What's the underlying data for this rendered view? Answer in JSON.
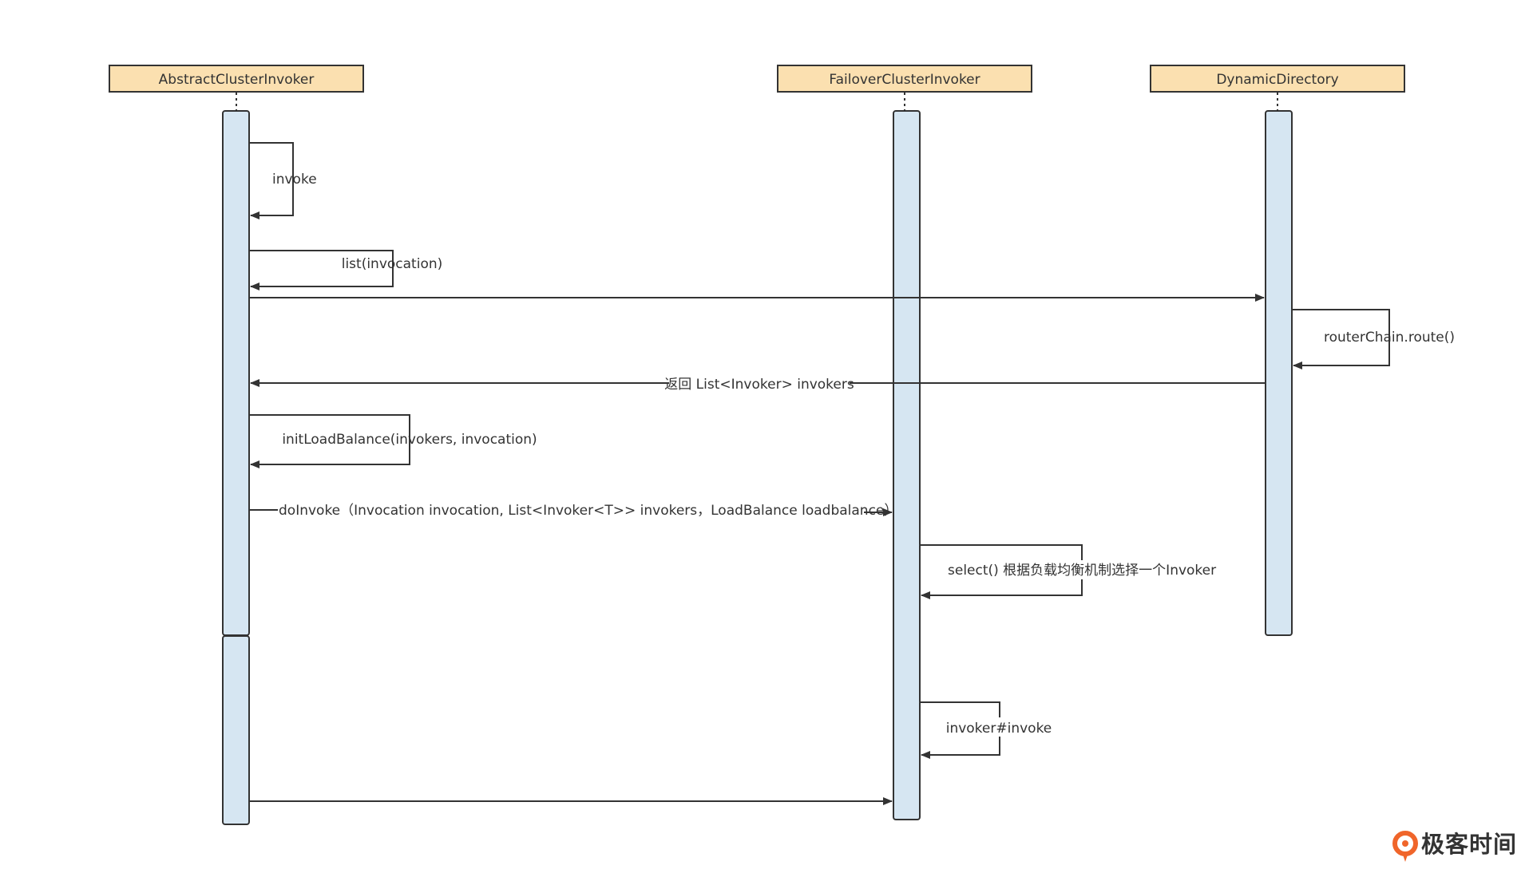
{
  "diagram": {
    "participants": [
      {
        "id": "aci",
        "name": "AbstractClusterInvoker"
      },
      {
        "id": "fci",
        "name": "FailoverClusterInvoker"
      },
      {
        "id": "dd",
        "name": "DynamicDirectory"
      }
    ],
    "messages": {
      "invoke": "invoke",
      "list": "list(invocation)",
      "route": "routerChain.route()",
      "return_invokers": "返回 List<Invoker> invokers",
      "init_lb": "initLoadBalance(invokers, invocation)",
      "do_invoke": "doInvoke（Invocation invocation, List<Invoker<T>> invokers，LoadBalance loadbalance）",
      "select": "select() 根据负载均衡机制选择一个Invoker",
      "invoker_invoke": "invoker#invoke"
    },
    "colors": {
      "header_fill": "#fbe0b0",
      "activation_fill": "#d6e6f2",
      "line": "#333333",
      "brand_accent": "#f0652a"
    }
  },
  "brand": {
    "logo_icon": "geektime-logo-icon",
    "name": "极客时间"
  }
}
